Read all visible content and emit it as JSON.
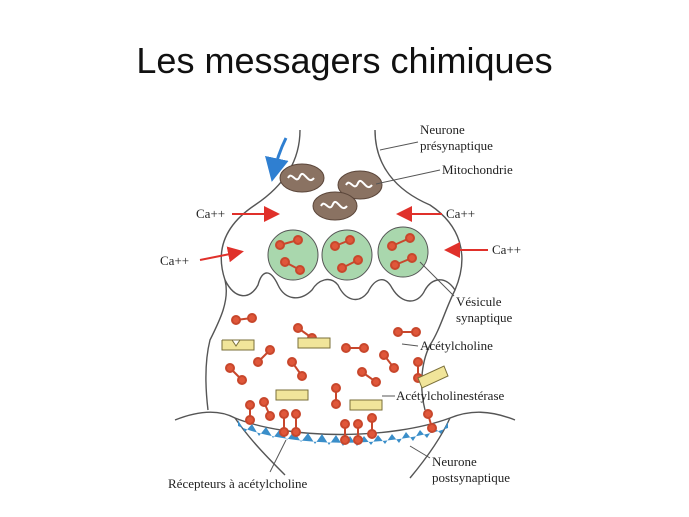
{
  "slide": {
    "title": "Les messagers chimiques"
  },
  "labels": {
    "presynaptic_line1": "Neurone",
    "presynaptic_line2": "présynaptique",
    "mitochondria": "Mitochondrie",
    "ca_top_left": "Ca++",
    "ca_top_right": "Ca++",
    "ca_left": "Ca++",
    "ca_right": "Ca++",
    "vesicle_line1": "Vésicule",
    "vesicle_line2": "synaptique",
    "acetylcholine": "Acétylcholine",
    "acetylcholinesterase": "Acétylcholinestérase",
    "receptors": "Récepteurs à acétylcholine",
    "postsynaptic_line1": "Neurone",
    "postsynaptic_line2": "postsynaptique"
  },
  "colors": {
    "membrane_fill": "#ffffff",
    "outline": "#444444",
    "mitochondria": "#8a7262",
    "vesicle": "#a9d7ad",
    "molecule_red": "#e0573a",
    "enzyme_yellow": "#f1e59a",
    "receptor_blue": "#3a8ec9",
    "ca_arrow": "#e0302a",
    "flow_arrow": "#2f7fd1"
  }
}
